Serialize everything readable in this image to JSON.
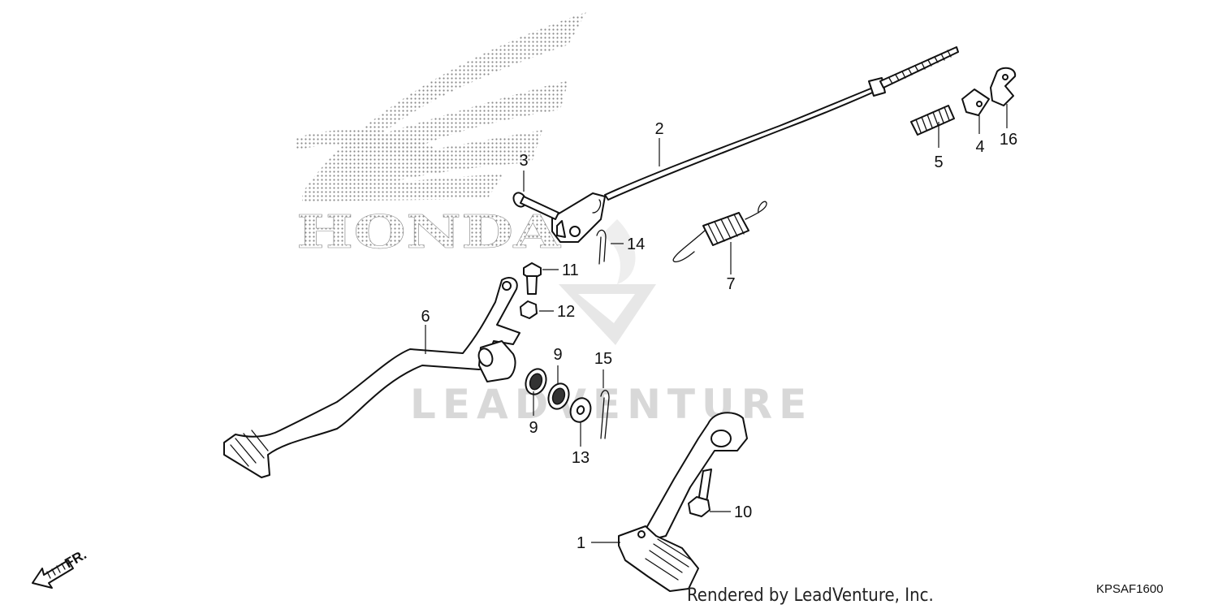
{
  "brand_logo": {
    "text": "HONDA",
    "icon": "honda-wing-icon"
  },
  "watermark": {
    "text": "LEADVENTURE",
    "icon": "leadventure-v-icon"
  },
  "footer": {
    "rendered_by": "Rendered by LeadVenture, Inc.",
    "diagram_code": "KPSAF1600"
  },
  "direction": {
    "label": "FR.",
    "icon": "front-arrow-icon"
  },
  "callouts": {
    "c1": "1",
    "c2": "2",
    "c3": "3",
    "c4": "4",
    "c5": "5",
    "c6": "6",
    "c7": "7",
    "c9a": "9",
    "c9b": "9",
    "c10": "10",
    "c11": "11",
    "c12": "12",
    "c13": "13",
    "c14": "14",
    "c15": "15",
    "c16": "16"
  },
  "colors": {
    "line": "#111111",
    "logo_dots": "#8a8a8a",
    "watermark": "#d8d8d8"
  }
}
